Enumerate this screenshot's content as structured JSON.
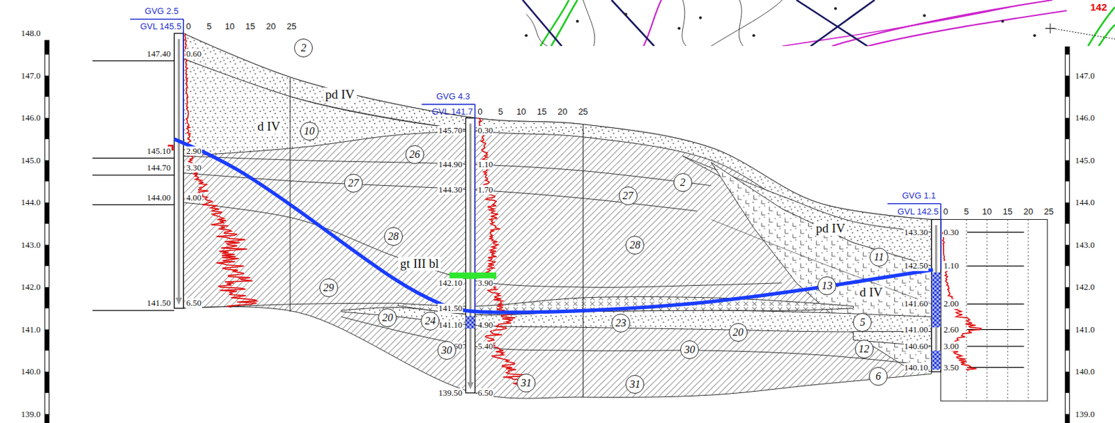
{
  "diagram": {
    "labels": [
      "148.0",
      "147.0",
      "146.0",
      "145.0",
      "144.0",
      "143.0",
      "142.0",
      "141.0",
      "140.0",
      "139.0",
      "147.0",
      "146.0",
      "145.0",
      "144.0",
      "143.0",
      "142.0",
      "141.0",
      "140.0",
      "139.0",
      "GVG 2.5",
      "GVL 145.5",
      "0",
      "5",
      "10",
      "15",
      "20",
      "25",
      "147.40",
      "145.10",
      "144.70",
      "144.00",
      "141.50",
      "0.60",
      "2.90",
      "3.30",
      "4.00",
      "6.50",
      "GVG 4.3",
      "GVL 141.7",
      "0",
      "5",
      "10",
      "15",
      "20",
      "25",
      "145.70",
      "144.90",
      "144.30",
      "142.10",
      "141.50",
      "141.10",
      "140.60",
      "139.50",
      "0.30",
      "1.10",
      "1.70",
      "3.90",
      "4.90",
      "5.40",
      "6.50",
      "GVG 1.1",
      "GVL 142.5",
      "0",
      "5",
      "10",
      "15",
      "20",
      "25",
      "143.30",
      "142.50",
      "141.60",
      "141.00",
      "140.60",
      "140.10",
      "0.30",
      "1.10",
      "2.00",
      "2.60",
      "3.00",
      "3.50",
      "pd IV",
      "d IV",
      "gt III bl",
      "pd IV",
      "d IV",
      "2",
      "10",
      "26",
      "27",
      "28",
      "29",
      "24",
      "20",
      "30",
      "31",
      "27",
      "28",
      "2",
      "23",
      "20",
      "30",
      "31",
      "11",
      "13",
      "5",
      "12",
      "6",
      "142"
    ]
  }
}
